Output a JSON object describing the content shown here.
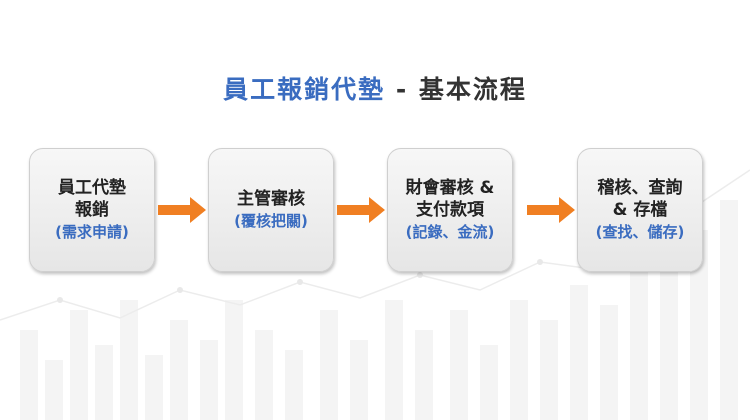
{
  "title": {
    "primary": "員工報銷代墊",
    "secondary": " - 基本流程"
  },
  "colors": {
    "accent_blue": "#3a6cc0",
    "arrow_orange": "#f07f22",
    "box_fill": "#ececec"
  },
  "steps": [
    {
      "main": "員工代墊\n報銷",
      "sub": "(需求申請)"
    },
    {
      "main": "主管審核",
      "sub": "(覆核把關)"
    },
    {
      "main": "財會審核 &\n支付款項",
      "sub": "(記錄、金流)"
    },
    {
      "main": "稽核、查詢\n& 存檔",
      "sub": "(查找、儲存)"
    }
  ]
}
